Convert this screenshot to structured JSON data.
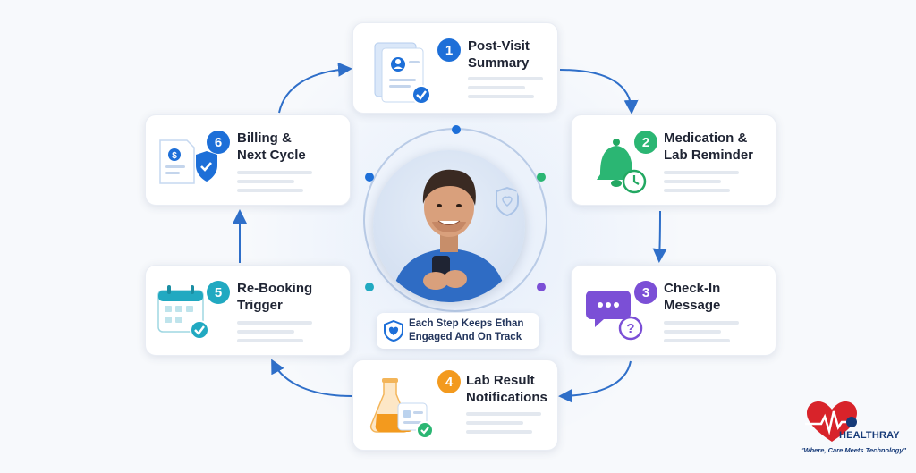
{
  "steps": [
    {
      "number": "1",
      "title_line1": "Post-Visit",
      "title_line2": "Summary",
      "color": "#1d6fd8",
      "icon": "document-profile-icon"
    },
    {
      "number": "2",
      "title_line1": "Medication &",
      "title_line2": "Lab Reminder",
      "color": "#2bb673",
      "icon": "bell-clock-icon"
    },
    {
      "number": "3",
      "title_line1": "Check-In",
      "title_line2": "Message",
      "color": "#7b4fd6",
      "icon": "chat-question-icon"
    },
    {
      "number": "4",
      "title_line1": "Lab Result",
      "title_line2": "Notifications",
      "color": "#f39a1e",
      "icon": "flask-report-icon"
    },
    {
      "number": "5",
      "title_line1": "Re-Booking",
      "title_line2": "Trigger",
      "color": "#21a9c1",
      "icon": "calendar-check-icon"
    },
    {
      "number": "6",
      "title_line1": "Billing &",
      "title_line2": "Next Cycle",
      "color": "#1d6fd8",
      "icon": "invoice-shield-icon"
    }
  ],
  "center": {
    "caption": "Each Step Keeps Ethan Engaged And On Track",
    "icon": "heart-shield-icon"
  },
  "logo": {
    "brand": "HEALTHRAY",
    "tagline": "\"Where, Care Meets Technology\"",
    "icon": "heart-pulse-logo-icon"
  },
  "colors": {
    "arrow": "#2f6fc9",
    "ring": "#b9cbe6"
  }
}
